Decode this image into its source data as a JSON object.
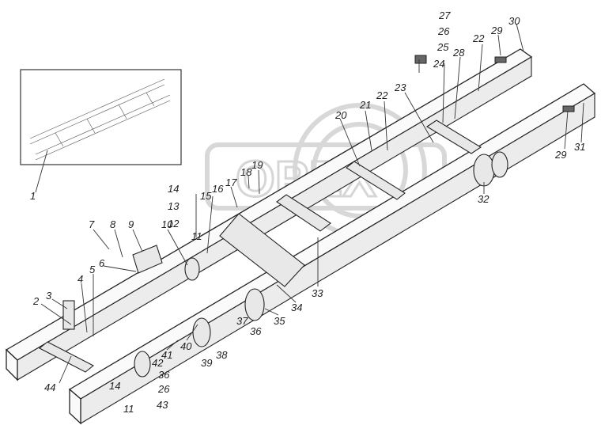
{
  "diagram": {
    "callouts": [
      {
        "id": "c1",
        "text": "1"
      },
      {
        "id": "c2",
        "text": "2"
      },
      {
        "id": "c3",
        "text": "3"
      },
      {
        "id": "c4",
        "text": "4"
      },
      {
        "id": "c5",
        "text": "5"
      },
      {
        "id": "c6",
        "text": "6"
      },
      {
        "id": "c7",
        "text": "7"
      },
      {
        "id": "c8",
        "text": "8"
      },
      {
        "id": "c9",
        "text": "9"
      },
      {
        "id": "c10",
        "text": "10"
      },
      {
        "id": "c11a",
        "text": "11"
      },
      {
        "id": "c11b",
        "text": "11"
      },
      {
        "id": "c12",
        "text": "12"
      },
      {
        "id": "c13",
        "text": "13"
      },
      {
        "id": "c14a",
        "text": "14"
      },
      {
        "id": "c14b",
        "text": "14"
      },
      {
        "id": "c15",
        "text": "15"
      },
      {
        "id": "c16",
        "text": "16"
      },
      {
        "id": "c17",
        "text": "17"
      },
      {
        "id": "c18",
        "text": "18"
      },
      {
        "id": "c19",
        "text": "19"
      },
      {
        "id": "c20",
        "text": "20"
      },
      {
        "id": "c21",
        "text": "21"
      },
      {
        "id": "c22a",
        "text": "22"
      },
      {
        "id": "c22b",
        "text": "22"
      },
      {
        "id": "c23",
        "text": "23"
      },
      {
        "id": "c24",
        "text": "24"
      },
      {
        "id": "c25",
        "text": "25"
      },
      {
        "id": "c26a",
        "text": "26"
      },
      {
        "id": "c26b",
        "text": "26"
      },
      {
        "id": "c27",
        "text": "27"
      },
      {
        "id": "c28",
        "text": "28"
      },
      {
        "id": "c29a",
        "text": "29"
      },
      {
        "id": "c29b",
        "text": "29"
      },
      {
        "id": "c30",
        "text": "30"
      },
      {
        "id": "c31",
        "text": "31"
      },
      {
        "id": "c32",
        "text": "32"
      },
      {
        "id": "c33",
        "text": "33"
      },
      {
        "id": "c34",
        "text": "34"
      },
      {
        "id": "c35",
        "text": "35"
      },
      {
        "id": "c36a",
        "text": "36"
      },
      {
        "id": "c36b",
        "text": "36"
      },
      {
        "id": "c37",
        "text": "37"
      },
      {
        "id": "c38",
        "text": "38"
      },
      {
        "id": "c39",
        "text": "39"
      },
      {
        "id": "c40",
        "text": "40"
      },
      {
        "id": "c41",
        "text": "41"
      },
      {
        "id": "c42",
        "text": "42"
      },
      {
        "id": "c43",
        "text": "43"
      },
      {
        "id": "c44",
        "text": "44"
      }
    ],
    "watermark_text": "OPEX"
  }
}
